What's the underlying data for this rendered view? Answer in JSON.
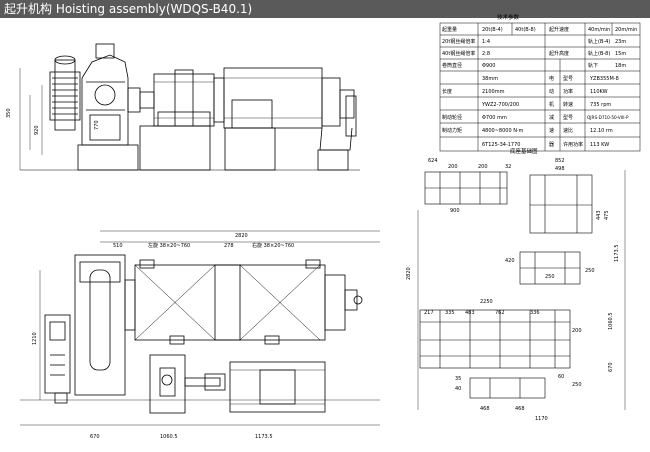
{
  "title": "起升机构 Hoisting assembly(WDQS-B40.1)",
  "spec_table": {
    "heading": "技术参数",
    "rows": [
      {
        "c1": "起重量",
        "c2": "20t(B-4)",
        "c3": "40t(B-8)",
        "c4": "起升速度",
        "c5": "40m/min",
        "c6": "20m/min"
      },
      {
        "c1": "20t钢丝绳倍率",
        "c2": "1:4",
        "c3": "",
        "c4": "",
        "c5": "轨上(B-4)",
        "c6": "23m"
      },
      {
        "c1": "40t钢丝绳倍率",
        "c2": "2:8",
        "c3": "",
        "c4": "起升高度",
        "c5": "轨上(B-8)",
        "c6": "15m"
      },
      {
        "c1": "卷筒直径",
        "c2": "Φ900",
        "c3": "",
        "c4": "",
        "c5": "轨下",
        "c6": "18m"
      },
      {
        "c1": "",
        "c2": "38mm",
        "c3": "",
        "c4": "电",
        "c5": "型号",
        "c6": "YZB355M-8"
      },
      {
        "c1": "长度",
        "c2": "2100mm",
        "c3": "",
        "c4": "动",
        "c5": "功率",
        "c6": "110KW"
      },
      {
        "c1": "",
        "c2": "YWZ2-700/200",
        "c3": "",
        "c4": "机",
        "c5": "转速",
        "c6": "735 rpm"
      },
      {
        "c1": "制动轮径",
        "c2": "Φ700 mm",
        "c3": "",
        "c4": "减",
        "c5": "型号",
        "c6": "QJRS-D710-50-VIII-P"
      },
      {
        "c1": "制动力矩",
        "c2": "4800~8000 N·m",
        "c3": "",
        "c4": "速",
        "c5": "速比",
        "c6": "12.10 rm"
      },
      {
        "c1": "",
        "c2": "6T125-34-1770",
        "c3": "",
        "c4": "器",
        "c5": "许用功率",
        "c6": "113 KW"
      }
    ]
  },
  "frame_heading": "底座基础图",
  "dims_left": {
    "h_350": "350",
    "h_770": "770",
    "h_920": "920",
    "top_2820": "2820",
    "d_510": "510",
    "d_278": "278",
    "note_left": "左旋 38×20~760",
    "note_right": "右旋 38×20~760",
    "h_1210": "1210",
    "b_670": "670",
    "b_10605": "1060.5",
    "b_11735": "1173.5"
  },
  "dims_right": {
    "d_624": "624",
    "d_200": "200",
    "d_200b": "200",
    "d_32": "32",
    "d_852": "852",
    "d_498": "498",
    "d_900": "900",
    "d_443": "443",
    "d_475": "475",
    "d_2820": "2820",
    "d_11735": "1173.5",
    "d_420": "420",
    "d_250": "250",
    "d_250b": "250",
    "d_2250": "2250",
    "d_217": "217",
    "d_335": "335",
    "d_483": "483",
    "d_762": "762",
    "d_336": "336",
    "d_200c": "200",
    "d_10605": "1060.5",
    "d_1170": "1170",
    "d_468": "468",
    "d_468b": "468",
    "d_670": "670",
    "d_35": "35",
    "d_60": "60",
    "d_250c": "250",
    "d_40": "40"
  }
}
